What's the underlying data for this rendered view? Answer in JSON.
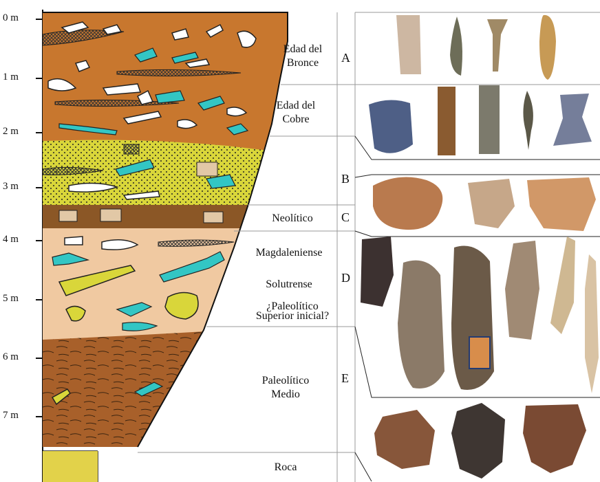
{
  "depth_axis": {
    "ticks": [
      "0 m",
      "1 m",
      "2 m",
      "3 m",
      "4 m",
      "5 m",
      "6 m",
      "7 m"
    ]
  },
  "periods": [
    {
      "id": "bronce",
      "line1": "Edad del",
      "line2": "Bronce"
    },
    {
      "id": "cobre",
      "line1": "Edad del",
      "line2": "Cobre"
    },
    {
      "id": "neolitico",
      "line1": "Neolítico",
      "line2": ""
    },
    {
      "id": "magdaleniense",
      "line1": "Magdaleniense",
      "line2": ""
    },
    {
      "id": "solutrense",
      "line1": "Solutrense",
      "line2": ""
    },
    {
      "id": "psi",
      "line1": "¿Paleolítico",
      "line2": "Superior inicial?"
    },
    {
      "id": "medio",
      "line1": "Paleolítico",
      "line2": "Medio"
    },
    {
      "id": "roca",
      "line1": "Roca",
      "line2": ""
    }
  ],
  "units": [
    "A",
    "B",
    "C",
    "D",
    "E"
  ],
  "colors": {
    "brown_upper": "#c8772e",
    "yellow_dotted": "#d9d63a",
    "dark_brown": "#8b5726",
    "sand": "#f0c9a1",
    "brown_lower": "#a8602a",
    "rock": "#e2d24a",
    "bone": "#33c6c4"
  }
}
